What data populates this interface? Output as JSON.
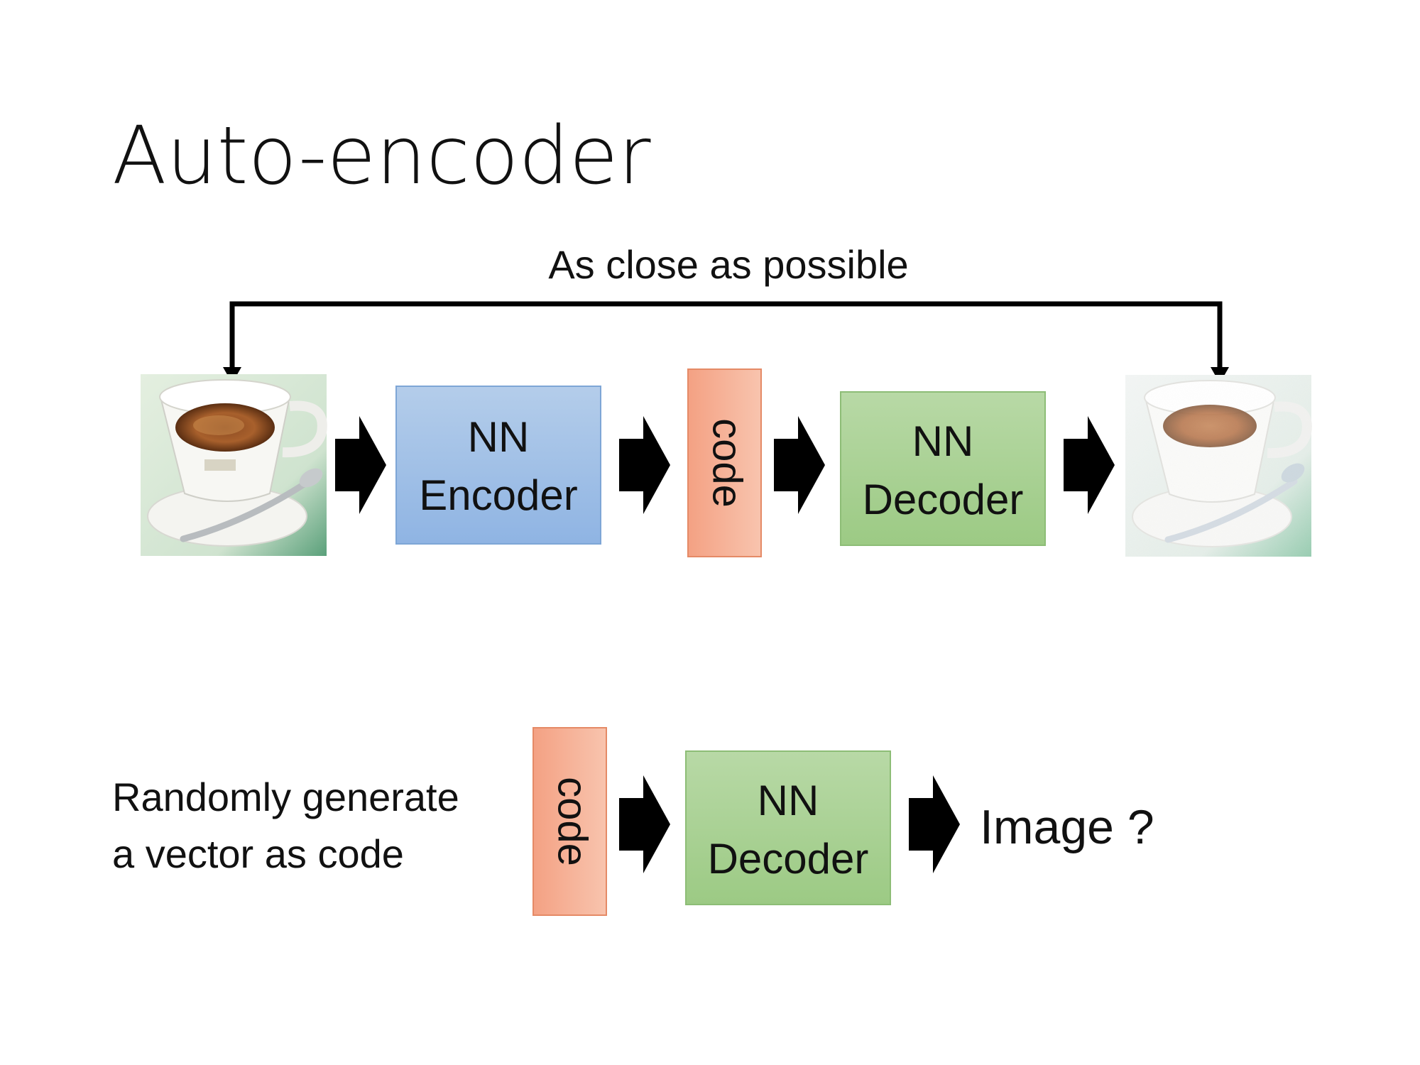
{
  "slide": {
    "title": "Auto-encoder"
  },
  "top_flow": {
    "caption": "As close as possible",
    "encoder": {
      "line1": "NN",
      "line2": "Encoder"
    },
    "code": "code",
    "decoder": {
      "line1": "NN",
      "line2": "Decoder"
    },
    "input_image": "coffee-cup-photo",
    "output_image": "reconstructed-coffee-cup-photo"
  },
  "bottom_flow": {
    "note_line1": "Randomly generate",
    "note_line2": "a vector as code",
    "code": "code",
    "decoder": {
      "line1": "NN",
      "line2": "Decoder"
    },
    "output": "Image ?"
  },
  "colors": {
    "encoder_fill_top": "#b4cdea",
    "encoder_fill_bottom": "#8fb4e3",
    "encoder_border": "#7ea6d6",
    "code_fill_left": "#f4a183",
    "code_fill_right": "#f8c4ae",
    "code_border": "#e58a66",
    "decoder_fill_top": "#b8d9a6",
    "decoder_fill_bottom": "#9cca84",
    "decoder_border": "#8dbd76",
    "arrow": "#000000"
  }
}
